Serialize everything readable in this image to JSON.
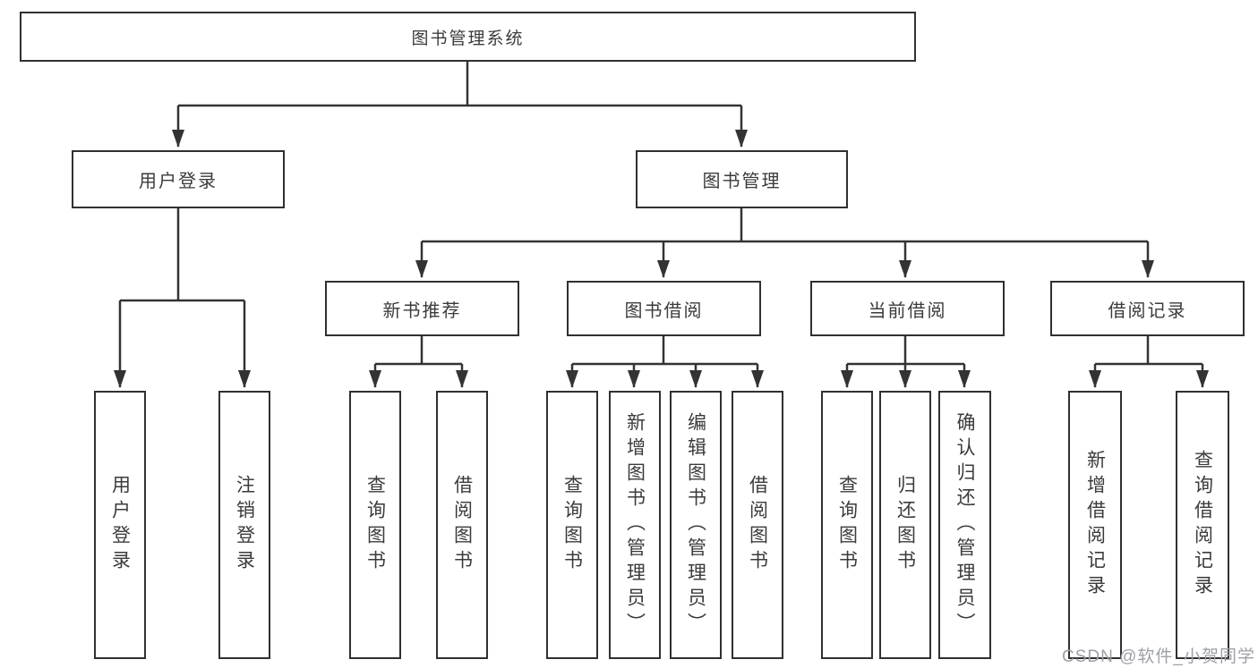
{
  "colors": {
    "background": "#ffffff",
    "line": "#333333",
    "box_border": "#303030",
    "text": "#3b3b3b",
    "watermark": "#9ea0a8"
  },
  "watermark": {
    "text": "CSDN @软件_小贺同学"
  },
  "tree": {
    "label": "图书管理系统",
    "children": [
      {
        "label": "用户登录",
        "children": [
          {
            "label": "用户登录"
          },
          {
            "label": "注销登录"
          }
        ]
      },
      {
        "label": "图书管理",
        "children": [
          {
            "label": "新书推荐",
            "children": [
              {
                "label": "查询图书"
              },
              {
                "label": "借阅图书"
              }
            ]
          },
          {
            "label": "图书借阅",
            "children": [
              {
                "label": "查询图书"
              },
              {
                "label": "新增图书（管理员）"
              },
              {
                "label": "编辑图书（管理员）"
              },
              {
                "label": "借阅图书"
              }
            ]
          },
          {
            "label": "当前借阅",
            "children": [
              {
                "label": "查询图书"
              },
              {
                "label": "归还图书"
              },
              {
                "label": "确认归还（管理员）"
              }
            ]
          },
          {
            "label": "借阅记录",
            "children": [
              {
                "label": "新增借阅记录"
              },
              {
                "label": "查询借阅记录"
              }
            ]
          }
        ]
      }
    ]
  }
}
